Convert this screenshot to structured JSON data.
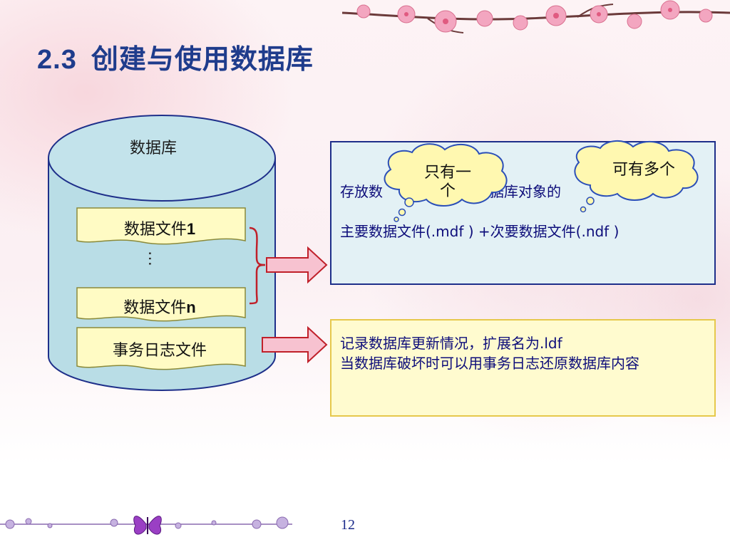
{
  "slide": {
    "section_number": "2.3",
    "title": "创建与使用数据库",
    "page_number": "12"
  },
  "diagram": {
    "database_label": "数据库",
    "files": [
      {
        "text": "数据文件",
        "suffix": "1"
      },
      {
        "text": "数据文件",
        "suffix": "n"
      },
      {
        "text": "事务日志文件",
        "suffix": ""
      }
    ],
    "ellipsis": "…",
    "data_box": {
      "line1_left": "存放数",
      "line1_right": "数据库对象的",
      "line2": "主要数据文件(.mdf ) +次要数据文件(.ndf )"
    },
    "log_box": {
      "line1": "记录数据库更新情况，扩展名为.ldf",
      "line2": "当数据库破坏时可以用事务日志还原数据库内容"
    },
    "callouts": [
      {
        "line1": "只有一",
        "line2": "个"
      },
      {
        "line1": "可有多个",
        "line2": ""
      }
    ]
  },
  "colors": {
    "title": "#1f3c8c",
    "cylinder_fill": "#b9dde6",
    "cylinder_stroke": "#1e2f8a",
    "file_fill": "#fffbc4",
    "bracket": "#c0202a",
    "arrow_fill": "#f7c2d0",
    "arrow_stroke": "#c0202a",
    "callout_fill": "#fff8b0",
    "callout_stroke": "#2b4fb8"
  }
}
